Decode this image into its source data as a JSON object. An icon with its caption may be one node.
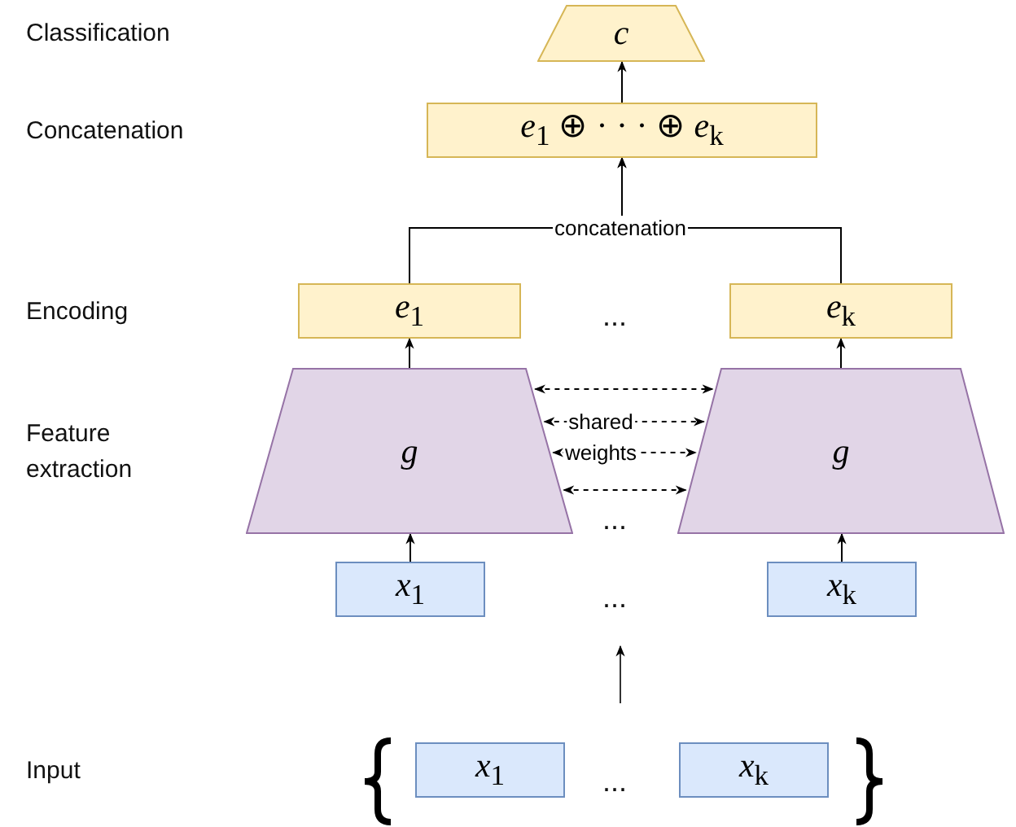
{
  "diagram": {
    "nodes": [
      {
        "text": [
          "c"
        ]
      },
      {
        "text": [
          "*e*$_{1}$ ⊕ · · · ⊕ *e*$_{k}$"
        ]
      },
      {
        "text": [
          "*e*$_{1}$"
        ]
      },
      {
        "text": [
          "*e*$_{k}$"
        ]
      },
      {
        "text": [
          "g"
        ]
      },
      {
        "text": [
          "g"
        ]
      },
      {
        "text": [
          "*x*$_{1}$"
        ]
      },
      {
        "text": [
          "*x*$_{k}$"
        ]
      },
      {
        "text": [
          "*x*$_{1}$"
        ]
      },
      {
        "text": [
          "*x*$_{k}$"
        ]
      }
    ],
    "edges": [
      {
        "from": 1,
        "to": 0,
        "arrow": "to"
      },
      {
        "from": 2,
        "to": 1,
        "arrow": "to",
        "label": "concatenation"
      },
      {
        "from": 3,
        "to": 1,
        "arrow": "to"
      },
      {
        "from": 4,
        "to": 2,
        "arrow": "to"
      },
      {
        "from": 5,
        "to": 3,
        "arrow": "to"
      },
      {
        "from": 6,
        "to": 4,
        "arrow": "to"
      },
      {
        "from": 7,
        "to": 5,
        "arrow": "to"
      },
      {
        "from": 4,
        "to": 5,
        "arrow": "both",
        "style": "dashed"
      },
      {
        "from": 4,
        "to": 5,
        "arrow": "both",
        "style": "dashed",
        "label": "shared"
      },
      {
        "from": 4,
        "to": 5,
        "arrow": "both",
        "style": "dashed",
        "label": "weights"
      },
      {
        "from": 4,
        "to": 5,
        "arrow": "both",
        "style": "dashed"
      }
    ],
    "labels": [
      "Classification",
      "Concatenation",
      "Encoding",
      "Feature extraction",
      "Input",
      "...",
      "...",
      "...",
      "..."
    ]
  }
}
